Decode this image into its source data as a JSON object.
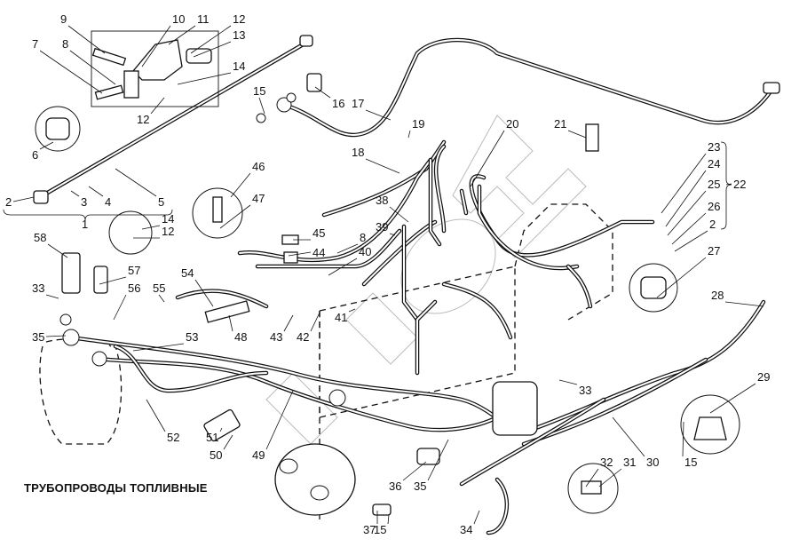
{
  "title": "ТРУБОПРОВОДЫ ТОПЛИВНЫЕ",
  "callouts": [
    "9",
    "10",
    "11",
    "12",
    "13",
    "14",
    "7",
    "8",
    "15",
    "16",
    "17",
    "12",
    "6",
    "2",
    "3",
    "4",
    "5",
    "1",
    "46",
    "47",
    "14",
    "12",
    "58",
    "57",
    "56",
    "55",
    "54",
    "45",
    "44",
    "8",
    "40",
    "39",
    "38",
    "18",
    "19",
    "20",
    "21",
    "23",
    "24",
    "25",
    "26",
    "2",
    "22",
    "27",
    "28",
    "29",
    "33",
    "35",
    "53",
    "48",
    "43",
    "42",
    "41",
    "52",
    "51",
    "50",
    "49",
    "33",
    "36",
    "35",
    "37",
    "15",
    "34",
    "32",
    "31",
    "30",
    "15"
  ],
  "colors": {
    "line": "#111111",
    "background": "#ffffff",
    "watermark": "#bbbbbb"
  }
}
